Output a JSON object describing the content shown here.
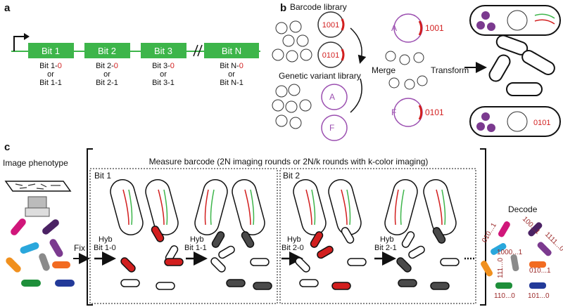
{
  "panel_a": {
    "label": "a",
    "bits": [
      {
        "name": "Bit 1",
        "line1_pre": "Bit 1-",
        "line1_val": "0",
        "or": "or",
        "line2_pre": "Bit 1-",
        "line2_val": "1"
      },
      {
        "name": "Bit 2",
        "line1_pre": "Bit 2-",
        "line1_val": "0",
        "or": "or",
        "line2_pre": "Bit 2-",
        "line2_val": "1"
      },
      {
        "name": "Bit 3",
        "line1_pre": "Bit 3-",
        "line1_val": "0",
        "or": "or",
        "line2_pre": "Bit 3-",
        "line2_val": "1"
      },
      {
        "name": "Bit N",
        "line1_pre": "Bit N-",
        "line1_val": "0",
        "or": "or",
        "line2_pre": "Bit N-",
        "line2_val": "1"
      }
    ]
  },
  "panel_b": {
    "label": "b",
    "barcode_library": "Barcode library",
    "variant_library": "Genetic variant library",
    "merge": "Merge",
    "transform": "Transform",
    "codes": [
      "1001",
      "0101"
    ],
    "variants": [
      "A",
      "F"
    ]
  },
  "panel_c": {
    "label": "c",
    "image_phenotype": "Image phenotype",
    "measure_title": "Measure barcode (2N imaging rounds or 2N/k rounds with k-color imaging)",
    "fix": "Fix",
    "bit1": "Bit 1",
    "bit2": "Bit 2",
    "hyb": "Hyb",
    "hyb_steps": [
      "Bit 1-0",
      "Bit 1-1",
      "Bit 2-0",
      "Bit 2-1"
    ],
    "decode": "Decode",
    "decoded": [
      "010...1",
      "1000...1",
      "111...0",
      "010...1",
      "110...0",
      "101...0",
      "100...1",
      "1111...0"
    ]
  },
  "colors": {
    "green": "#3db54a",
    "red": "#d21f1f",
    "purple": "#9b4fb0",
    "dark": "#4a4a4a"
  }
}
